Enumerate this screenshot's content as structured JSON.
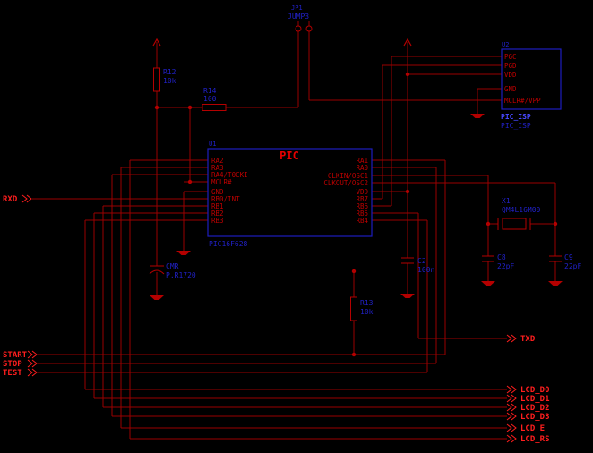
{
  "colors": {
    "background": "#000000",
    "wire": "#9a0000",
    "symbol": "#b40000",
    "box_outline": "#1d1dbe",
    "label_blue": "#2121c8",
    "label_bright_blue": "#4747ff",
    "pin_red": "#be0000",
    "title_red": "#e60000",
    "net_red": "#ff1e1e"
  },
  "components": {
    "jp1": {
      "designator": "JP1",
      "value": "JUMP3"
    },
    "u1": {
      "designator": "U1",
      "title": "PIC",
      "part": "PIC16F628",
      "left_pins": [
        "RA2",
        "RA3",
        "RA4/T0CKI",
        "MCLR#",
        "GND",
        "RB0/INT",
        "RB1",
        "RB2",
        "RB3"
      ],
      "right_pins": [
        "RA1",
        "RA0",
        "CLKIN/OSC1",
        "CLKOUT/OSC2",
        "VDD",
        "RB7",
        "RB6",
        "RB5",
        "RB4"
      ]
    },
    "u2": {
      "designator": "U2",
      "name": "PIC_ISP",
      "value": "PIC_ISP",
      "pins": [
        "PGC",
        "PGD",
        "VDD",
        "GND",
        "MCLR#/VPP"
      ]
    },
    "r12": {
      "designator": "R12",
      "value": "10k"
    },
    "r13": {
      "designator": "R13",
      "value": "10k"
    },
    "r14": {
      "designator": "R14",
      "value": "100"
    },
    "c2": {
      "designator": "C2",
      "value": "100n"
    },
    "c8": {
      "designator": "C8",
      "value": "22pF"
    },
    "c9": {
      "designator": "C9",
      "value": "22pF"
    },
    "cmr": {
      "designator": "CMR",
      "value": "P.R1720"
    },
    "x1": {
      "designator": "X1",
      "value": "QM4L16M00"
    }
  },
  "nets": {
    "rxd": "RXD",
    "txd": "TXD",
    "start": "START",
    "stop": "STOP",
    "test": "TEST",
    "lcd_d0": "LCD_D0",
    "lcd_d1": "LCD_D1",
    "lcd_d2": "LCD_D2",
    "lcd_d3": "LCD_D3",
    "lcd_e": "LCD_E",
    "lcd_rs": "LCD_RS"
  }
}
